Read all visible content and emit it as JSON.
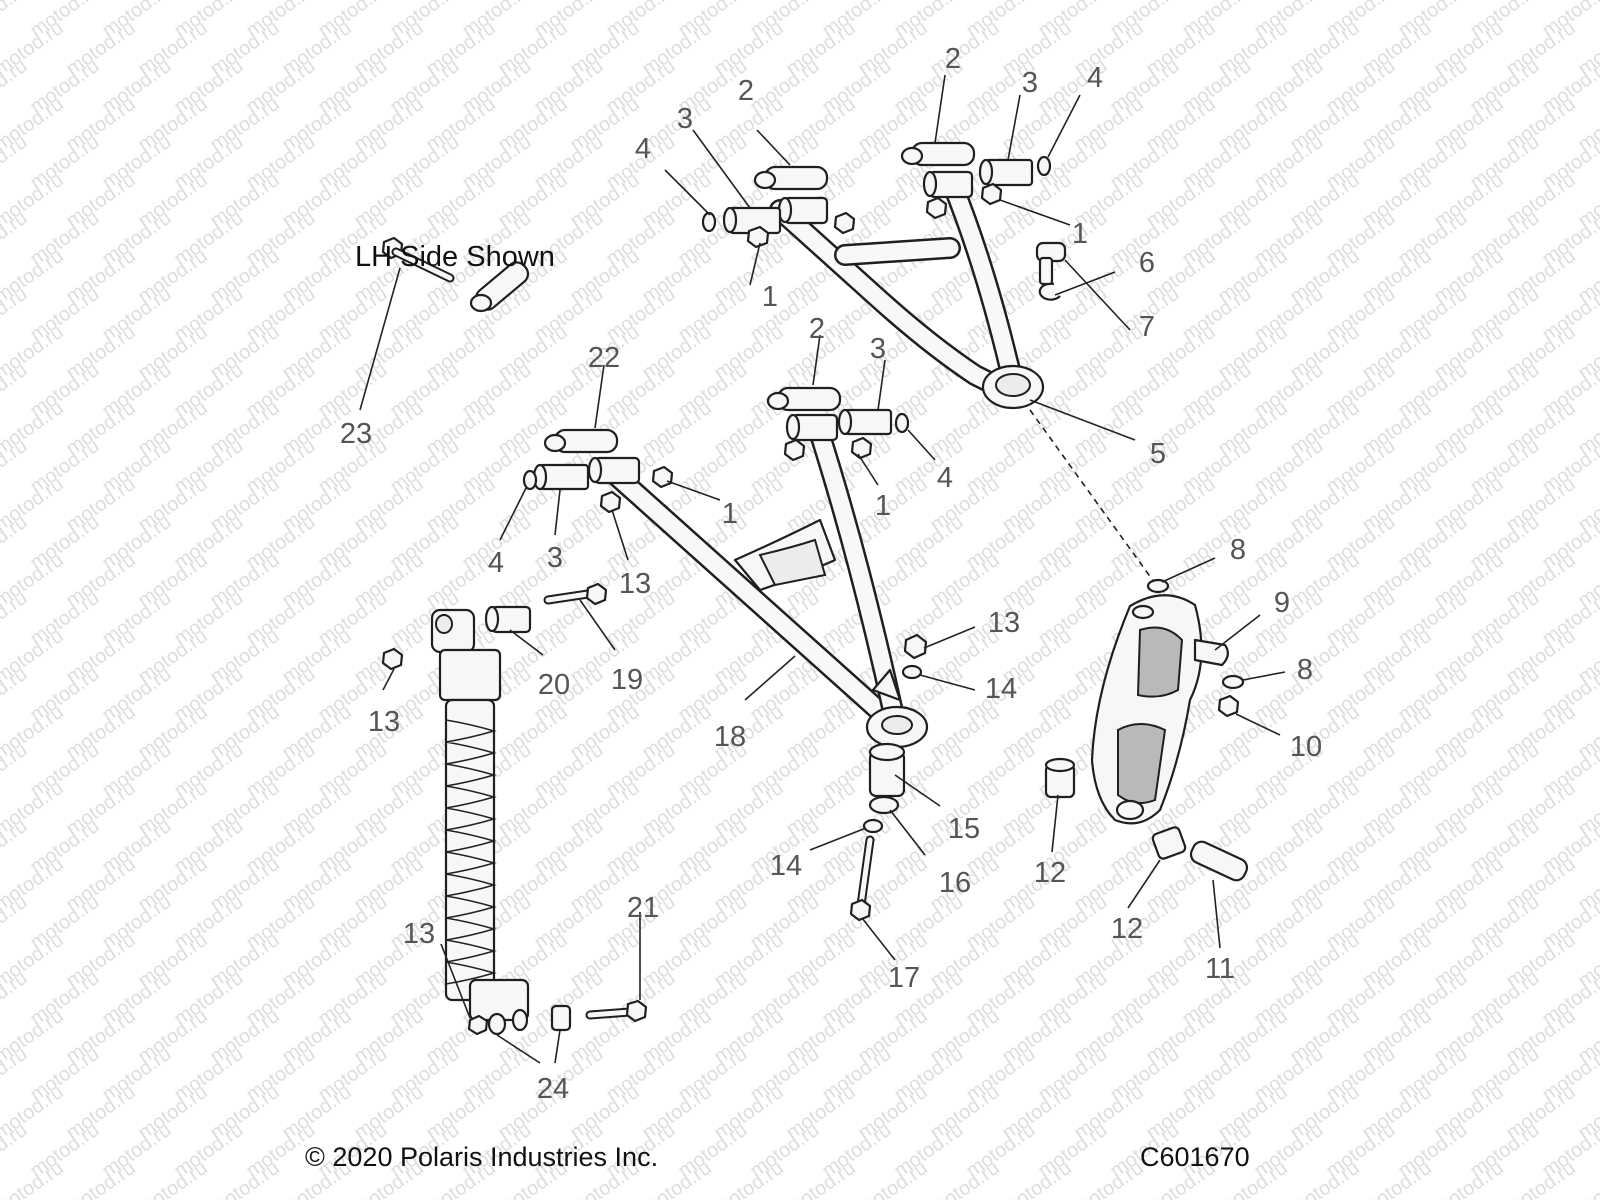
{
  "watermark": "motod.ru",
  "note": "LH Side Shown",
  "copyright": "© 2020 Polaris Industries Inc.",
  "figure_id": "C601670",
  "callouts": [
    "1",
    "2",
    "3",
    "4",
    "5",
    "6",
    "7",
    "8",
    "9",
    "10",
    "11",
    "12",
    "13",
    "14",
    "15",
    "16",
    "17",
    "18",
    "19",
    "20",
    "21",
    "22",
    "23",
    "24"
  ],
  "colors": {
    "line": "#1f1f1f",
    "callout_text": "#555555",
    "watermark": "#dddddd"
  }
}
